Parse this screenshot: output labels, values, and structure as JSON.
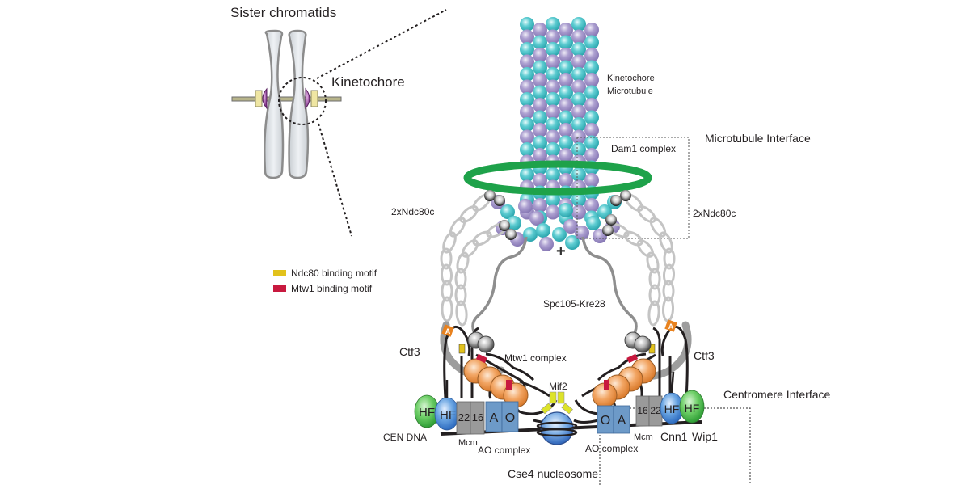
{
  "overview": {
    "title": "Sister chromatids",
    "kinetochore_label": "Kinetochore"
  },
  "microtubule": {
    "label_line1": "Kinetochore",
    "label_line2": "Microtubule",
    "plus_end": "+",
    "colors": {
      "alpha_tubulin": "#5bc8cc",
      "beta_tubulin": "#a79bcb"
    }
  },
  "interfaces": {
    "microtubule_interface": "Microtubule Interface",
    "centromere_interface": "Centromere Interface"
  },
  "labels": {
    "dam1": "Dam1 complex",
    "ndc80_left": "2xNdc80c",
    "ndc80_right": "2xNdc80c",
    "spc105": "Spc105-Kre28",
    "ctf3_left": "Ctf3",
    "ctf3_right": "Ctf3",
    "mtw1": "Mtw1 complex",
    "mif2": "Mif2",
    "cen_dna": "CEN DNA",
    "mcm_left": "Mcm",
    "mcm_right": "Mcm",
    "ao_left": "AO complex",
    "ao_right": "AO complex",
    "cse4": "Cse4 nucleosome",
    "cnn1": "Cnn1",
    "wip1": "Wip1"
  },
  "boxes": {
    "hf": "HF",
    "mcm22": "22",
    "mcm16": "16",
    "a": "A",
    "o": "O",
    "ctf3_tag": "A"
  },
  "legend": [
    {
      "label": "Ndc80 binding motif",
      "color": "#e2c21c"
    },
    {
      "label": "Mtw1 binding motif",
      "color": "#c8193f"
    }
  ],
  "colors": {
    "dam1_ring": "#1ea24a",
    "mtw1_bead": "#f0a060",
    "ao_box": "#6d9ac8",
    "mcm_box": "#9a9a9a",
    "hf_green": "#5cc35a",
    "hf_blue": "#5a9ad8",
    "mif2": "#dde32a",
    "ctf3_tag": "#e8821f"
  }
}
